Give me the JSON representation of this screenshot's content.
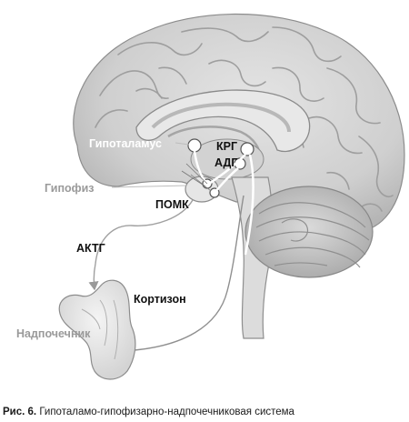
{
  "labels": {
    "hypothalamus": "Гипоталамус",
    "pituitary": "Гипофиз",
    "crh": "КРГ",
    "adh": "АДГ",
    "pomc": "ПОМК",
    "acth": "АКТГ",
    "cortisone": "Кортизон",
    "adrenal": "Надпочечник"
  },
  "caption": {
    "number": "Рис. 6.",
    "text": "Гипоталамо-гипофизарно-надпочечниковая система"
  }
}
